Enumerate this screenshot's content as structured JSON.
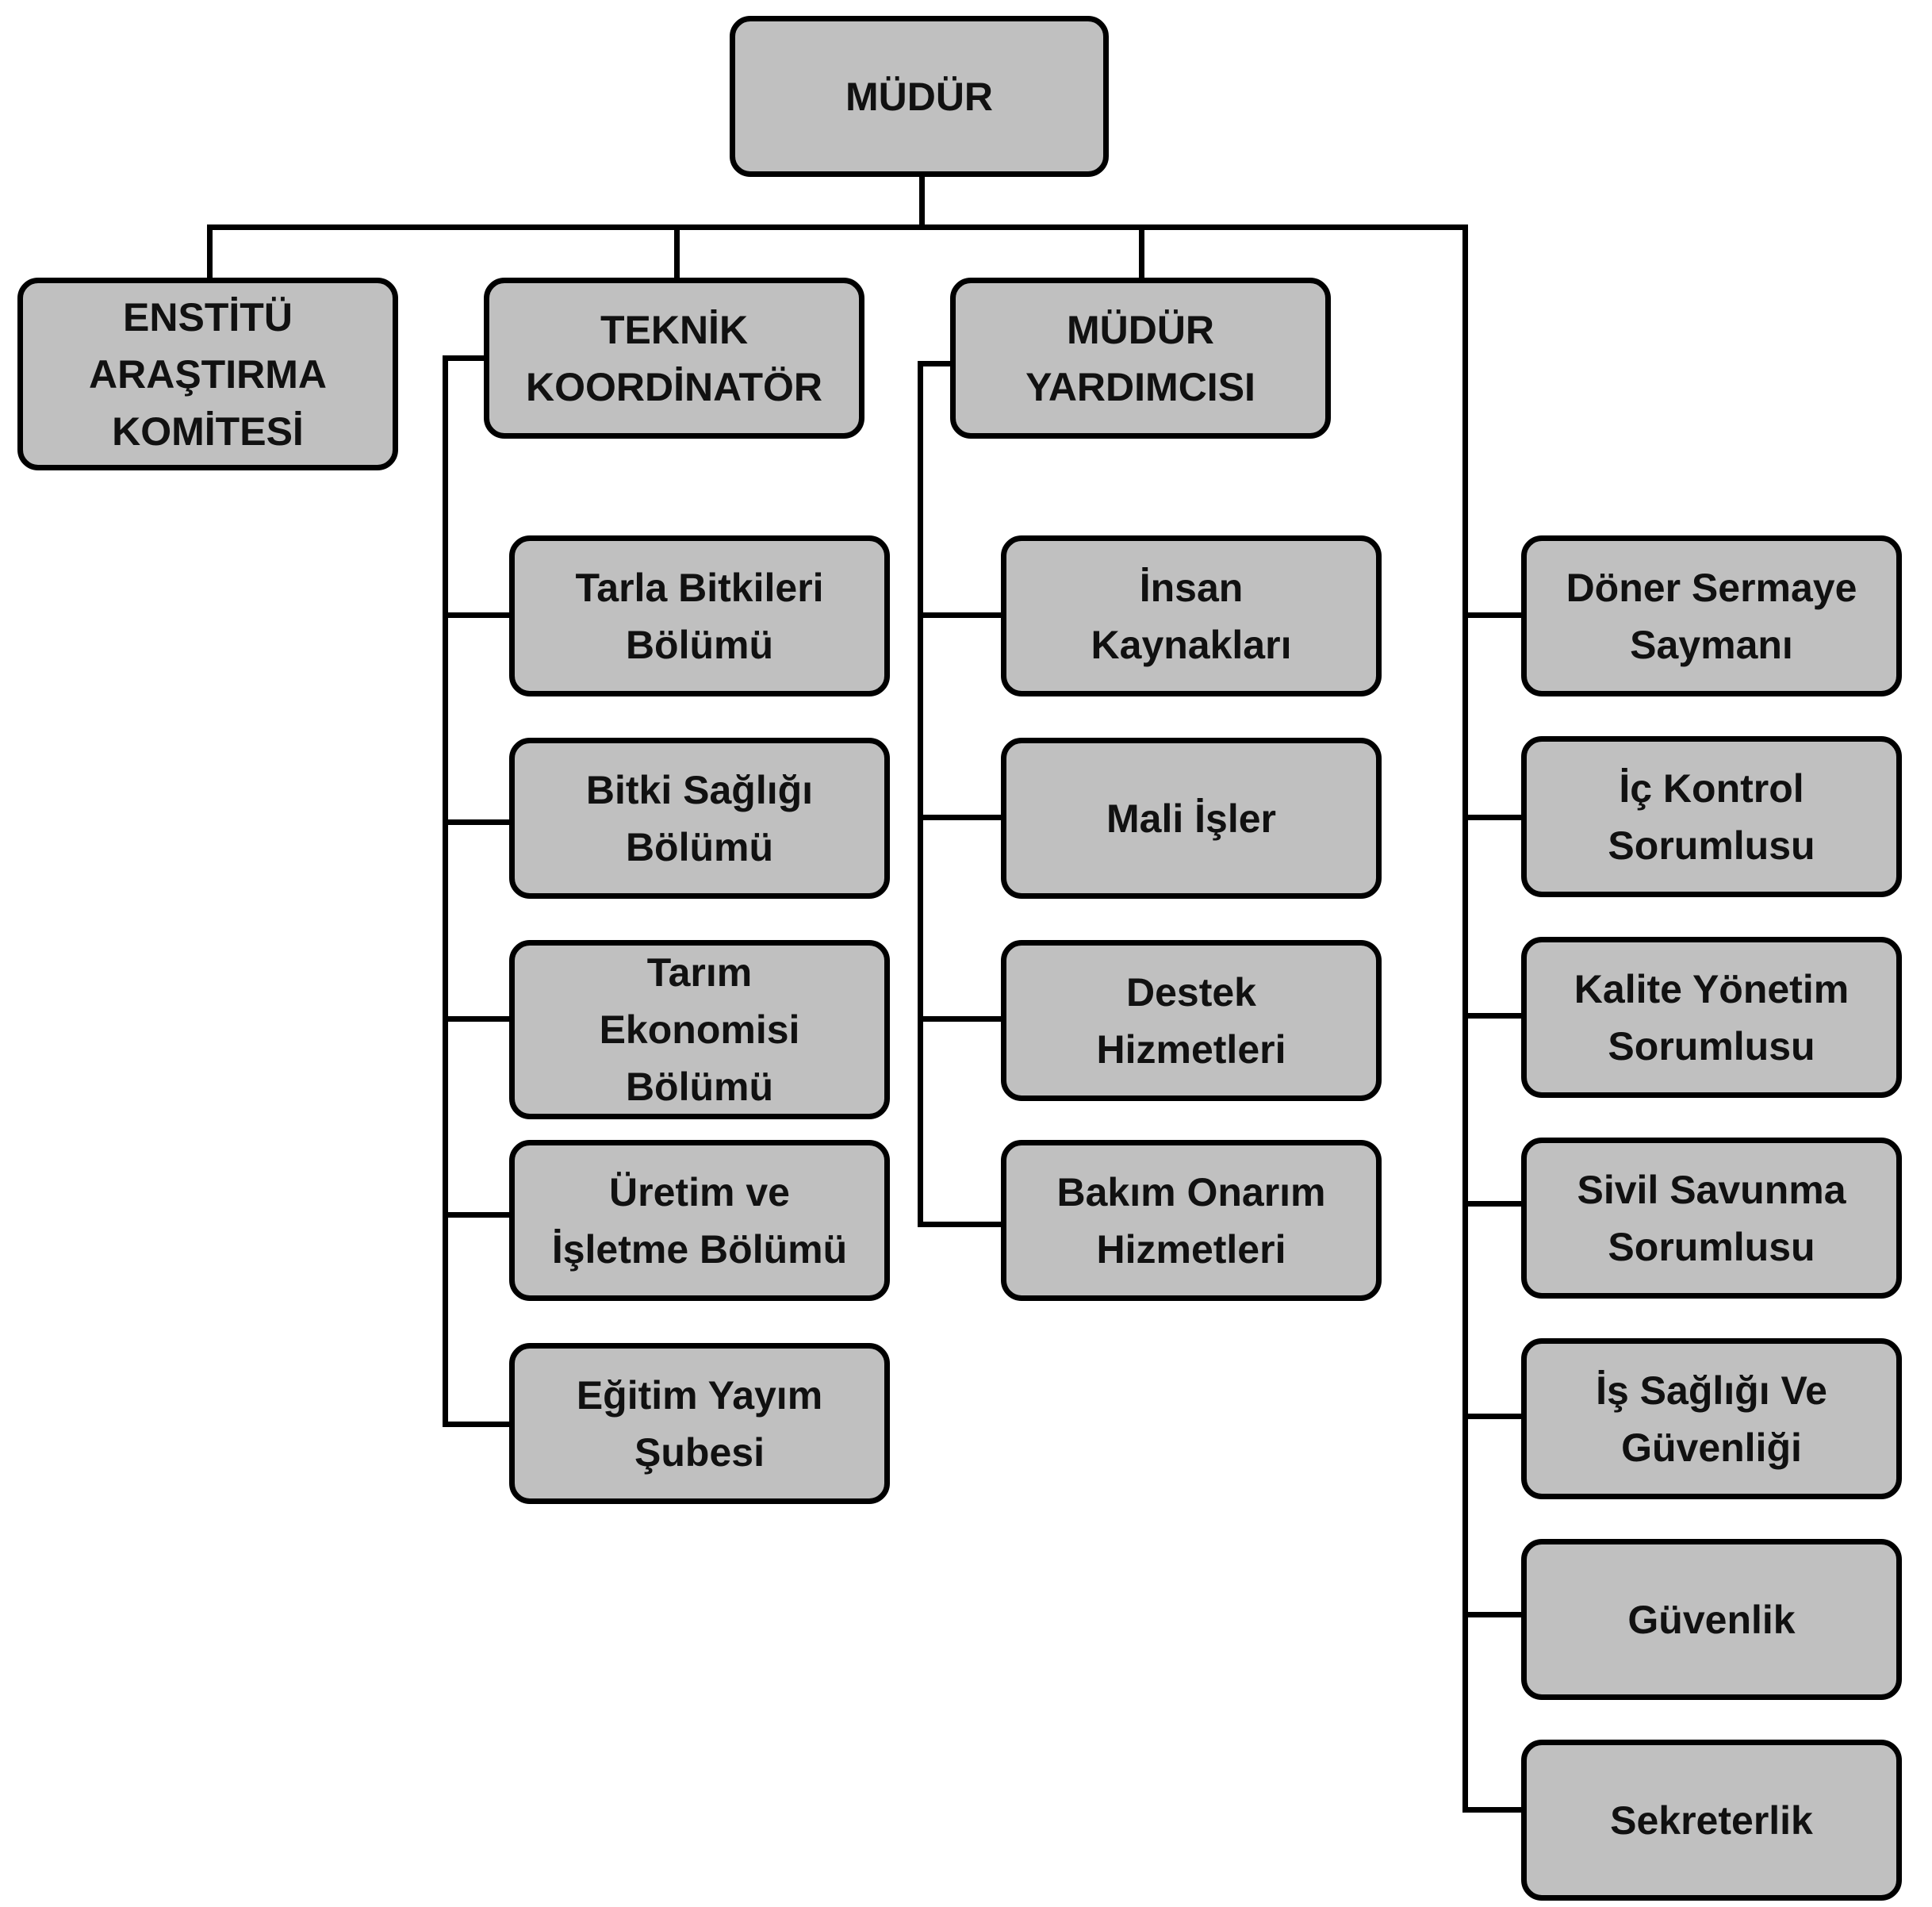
{
  "org_chart": {
    "root": {
      "label": "MÜDÜR"
    },
    "level1": [
      {
        "label": "ENSTİTÜ\nARAŞTIRMA\nKOMİTESİ"
      },
      {
        "label": "TEKNİK\nKOORDİNATÖR"
      },
      {
        "label": "MÜDÜR\nYARDIMCISI"
      }
    ],
    "teknik_units": [
      {
        "label": "Tarla Bitkileri\nBölümü"
      },
      {
        "label": "Bitki Sağlığı\nBölümü"
      },
      {
        "label": "Tarım\nEkonomisi\nBölümü"
      },
      {
        "label": "Üretim ve\nİşletme Bölümü"
      },
      {
        "label": "Eğitim Yayım\nŞubesi"
      }
    ],
    "yardimci_units": [
      {
        "label": "İnsan\nKaynakları"
      },
      {
        "label": "Mali İşler"
      },
      {
        "label": "Destek\nHizmetleri"
      },
      {
        "label": "Bakım Onarım\nHizmetleri"
      }
    ],
    "staff_units": [
      {
        "label": "Döner Sermaye\nSaymanı"
      },
      {
        "label": "İç Kontrol\nSorumlusu"
      },
      {
        "label": "Kalite Yönetim\nSorumlusu"
      },
      {
        "label": "Sivil Savunma\nSorumlusu"
      },
      {
        "label": "İş Sağlığı Ve\nGüvenliği"
      },
      {
        "label": "Güvenlik"
      },
      {
        "label": "Sekreterlik"
      }
    ]
  }
}
